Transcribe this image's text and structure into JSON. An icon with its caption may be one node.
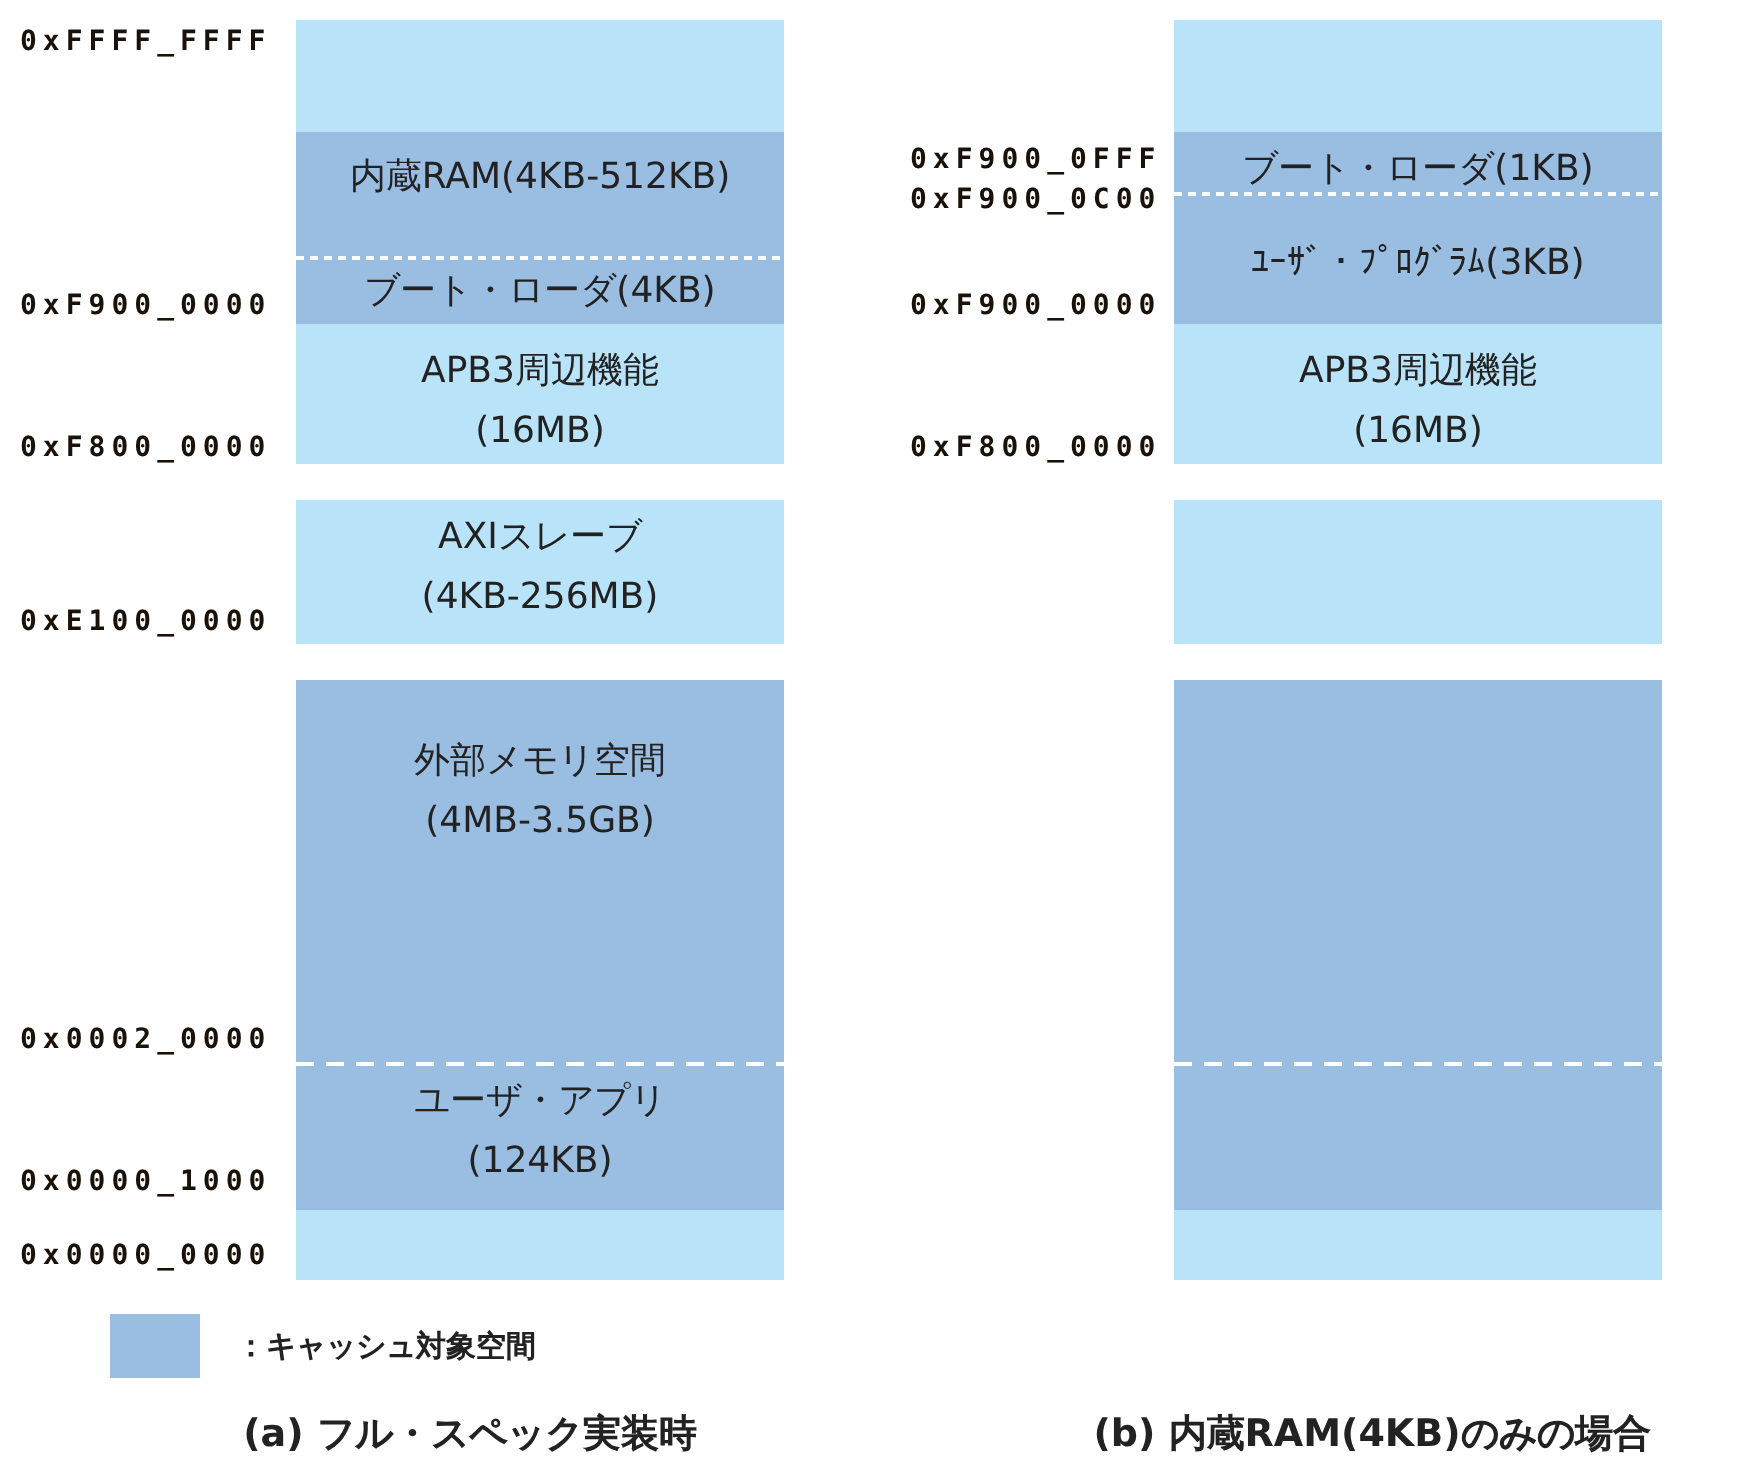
{
  "diagram": {
    "nodes": [
      {
        "text": [],
        "shape": "box"
      },
      {
        "text": [
          "内蔵RAM(4KB-512KB)"
        ]
      },
      {
        "text": [
          "ブート・ローダ(4KB)"
        ]
      },
      {
        "text": [
          "APB3周辺機能",
          "(16MB)"
        ]
      },
      {
        "text": [
          "AXIスレーブ",
          "(4KB-256MB)"
        ]
      },
      {
        "text": [
          "外部メモリ空間",
          "(4MB-3.5GB)"
        ]
      },
      {
        "text": [
          "ユーザ・アプリ",
          "(124KB)"
        ]
      },
      {
        "text": [],
        "shape": "box"
      },
      {
        "text": [],
        "shape": "box"
      },
      {
        "text": [
          "ブート・ローダ(1KB)"
        ]
      },
      {
        "text": [
          "ﾕｰｻﾞ・ﾌﾟﾛｸﾞﾗﾑ(3KB)"
        ]
      },
      {
        "text": [
          "APB3周辺機能",
          "(16MB)"
        ]
      },
      {
        "text": [],
        "shape": "box"
      },
      {
        "text": [],
        "shape": "box"
      },
      {
        "text": [],
        "shape": "box"
      },
      {
        "text": [],
        "shape": "box"
      }
    ],
    "labels": [
      "0xFFFF_FFFF",
      "0xF900_0000",
      "0xF800_0000",
      "0xE100_0000",
      "0x0002_0000",
      "0x0000_1000",
      "0x0000_0000",
      "0xF900_0FFF",
      "0xF900_0C00",
      "0xF900_0000",
      "0xF800_0000",
      "(a) フル・スペック実装時",
      "(b) 内蔵RAM(4KB)のみの場合"
    ],
    "legend": [
      {
        "text": "：キャッシュ対象空間",
        "color": "#9abde2"
      }
    ]
  }
}
